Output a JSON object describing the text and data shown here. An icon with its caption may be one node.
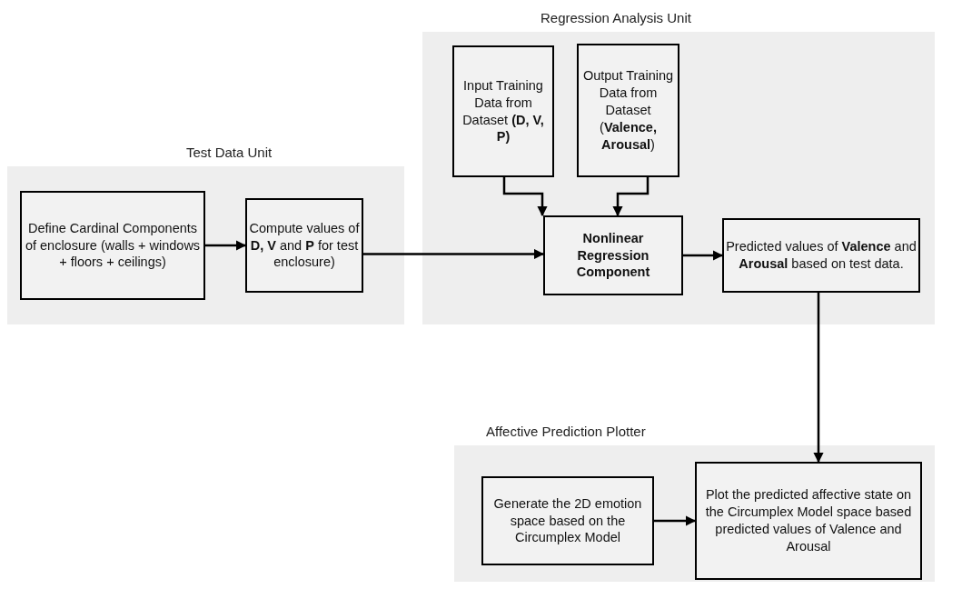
{
  "diagram": {
    "nodes": [
      {
        "text": [
          "Test Data Unit"
        ]
      },
      {
        "text": [
          "Define Cardinal Components of enclosure (walls + windows + floors + ceilings)"
        ],
        "in": 0
      },
      {
        "text": [
          "Compute values of **D, V** and **P** for test enclosure)"
        ],
        "in": 0
      },
      {
        "text": [
          "Regression Analysis Unit"
        ]
      },
      {
        "text": [
          "Input Training Data from Dataset **(D, V, P)**"
        ],
        "in": 3
      },
      {
        "text": [
          "Output Training Data from Dataset (**Valence, Arousal**)"
        ],
        "in": 3
      },
      {
        "text": [
          "Nonlinear Regression Component"
        ],
        "in": 3
      },
      {
        "text": [
          "Predicted values of **Valence** and **Arousal** based on test data."
        ],
        "in": 3
      },
      {
        "text": [
          "Affective Prediction Plotter"
        ]
      },
      {
        "text": [
          "Generate the 2D emotion space based on the Circumplex Model"
        ],
        "in": 8
      },
      {
        "text": [
          "Plot the predicted affective state on the Circumplex Model space based  predicted values of Valence and Arousal"
        ],
        "in": 8
      }
    ],
    "edges": [
      {
        "from": 1,
        "to": 2,
        "arrow": "to"
      },
      {
        "from": 2,
        "to": 6,
        "arrow": "to"
      },
      {
        "from": 4,
        "to": 6,
        "arrow": "to"
      },
      {
        "from": 5,
        "to": 6,
        "arrow": "to"
      },
      {
        "from": 6,
        "to": 7,
        "arrow": "to"
      },
      {
        "from": 7,
        "to": 10,
        "arrow": "to"
      },
      {
        "from": 9,
        "to": 10,
        "arrow": "to"
      }
    ]
  }
}
